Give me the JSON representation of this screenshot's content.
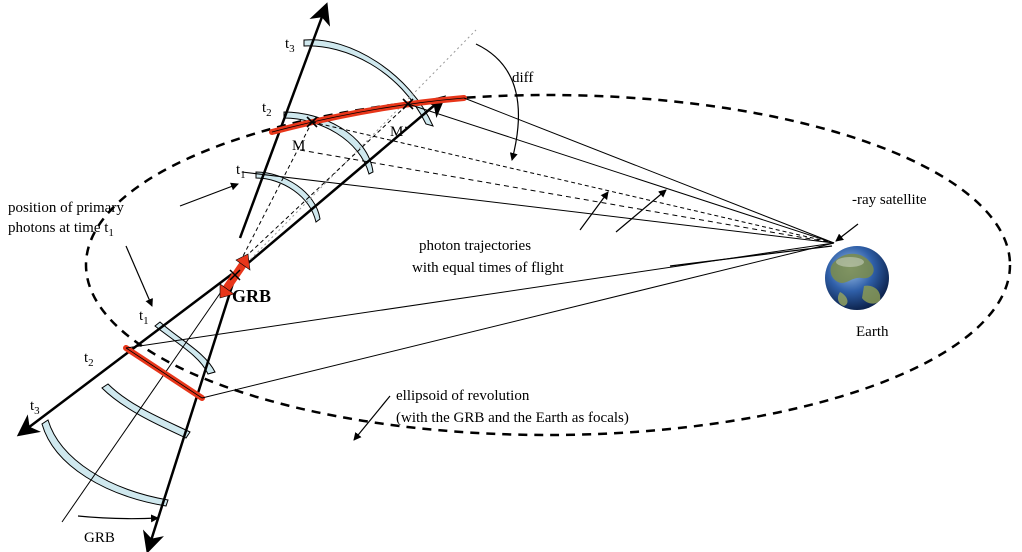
{
  "labels": {
    "t3_upper": "t",
    "t3_upper_sub": "3",
    "t2_upper": "t",
    "t2_upper_sub": "2",
    "t1_upper": "t",
    "t1_upper_sub": "1",
    "t1_lower": "t",
    "t1_lower_sub": "1",
    "t2_lower": "t",
    "t2_lower_sub": "2",
    "t3_lower": "t",
    "t3_lower_sub": "3",
    "theta_diff_symbol": "",
    "theta_diff_sub": "diff",
    "point_m": "M",
    "point_m_prime": "M’",
    "satellite_symbol": "",
    "satellite_text": "-ray satellite",
    "primary_line1": "position of primary",
    "primary_line2": "photons at time t",
    "primary_line2_sub": "1",
    "trajectories_line1": "photon trajectories",
    "trajectories_line2": "with equal times of flight",
    "grb": "GRB",
    "earth": "Earth",
    "ellipsoid_line1": "ellipsoid of revolution",
    "ellipsoid_line2": "(with the GRB and the Earth as focals)",
    "theta_grb_symbol": "",
    "theta_grb_sub": "GRB"
  },
  "colors": {
    "shell_fill": "#cfe8ee",
    "front_red": "#e8361a",
    "earth_ocean": "#2f5fa8",
    "earth_land": "#7b8c4a"
  },
  "icons": {
    "earth": "earth-globe-icon",
    "grb_source": "double-arrow-icon"
  }
}
